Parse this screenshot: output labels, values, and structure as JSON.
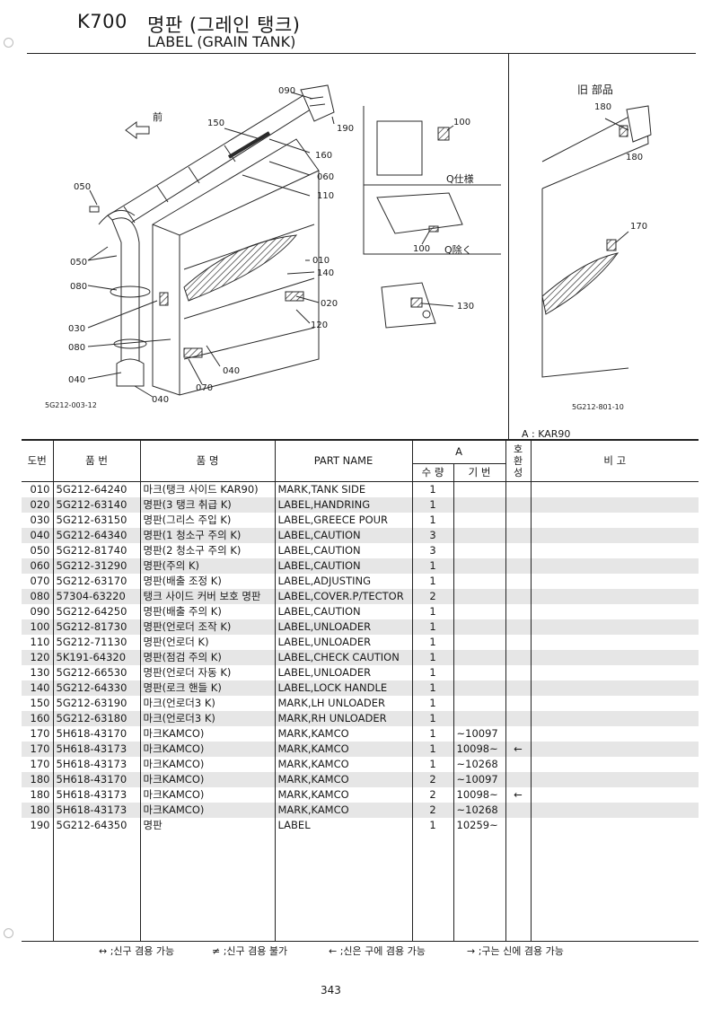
{
  "header": {
    "model": "K700",
    "title_ko": "명판 (그레인 탱크)",
    "title_en": "LABEL (GRAIN TANK)"
  },
  "diagram": {
    "front_label": "前",
    "callouts_main": [
      "090",
      "150",
      "190",
      "160",
      "060",
      "110",
      "050",
      "050",
      "010",
      "140",
      "080",
      "020",
      "030",
      "120",
      "080",
      "040",
      "040",
      "070",
      "040"
    ],
    "callouts_q": [
      "100",
      "100",
      "130"
    ],
    "q_spec": "Q仕様",
    "q_exclude": "Q除く",
    "old_parts": "旧 部品",
    "callouts_old": [
      "180",
      "180",
      "170"
    ],
    "ref_main": "5G212-003-12",
    "ref_old": "5G212-801-10"
  },
  "table": {
    "note_a": "A : KAR90",
    "headers": {
      "no": "도번",
      "part_no": "품 번",
      "name_ko": "품 명",
      "part_name": "PART NAME",
      "group_a": "A",
      "qty": "수 량",
      "serial": "기 번",
      "interchange": "호\n환\n성",
      "remarks": "비 고"
    },
    "rows": [
      {
        "no": "010",
        "part": "5G212-64240",
        "ko": "마크(탱크 사이드 KAR90)",
        "en": "MARK,TANK SIDE",
        "qty": "1",
        "serial": "",
        "int": ""
      },
      {
        "no": "020",
        "part": "5G212-63140",
        "ko": "명판(3 탱크 취급 K)",
        "en": "LABEL,HANDRING",
        "qty": "1",
        "serial": "",
        "int": ""
      },
      {
        "no": "030",
        "part": "5G212-63150",
        "ko": "명판(그리스 주입 K)",
        "en": "LABEL,GREECE POUR",
        "qty": "1",
        "serial": "",
        "int": ""
      },
      {
        "no": "040",
        "part": "5G212-64340",
        "ko": "명판(1 청소구 주의 K)",
        "en": "LABEL,CAUTION",
        "qty": "3",
        "serial": "",
        "int": ""
      },
      {
        "no": "050",
        "part": "5G212-81740",
        "ko": "명판(2 청소구 주의 K)",
        "en": "LABEL,CAUTION",
        "qty": "3",
        "serial": "",
        "int": ""
      },
      {
        "no": "060",
        "part": "5G212-31290",
        "ko": "명판(주의 K)",
        "en": "LABEL,CAUTION",
        "qty": "1",
        "serial": "",
        "int": ""
      },
      {
        "no": "070",
        "part": "5G212-63170",
        "ko": "명판(배출 조정 K)",
        "en": "LABEL,ADJUSTING",
        "qty": "1",
        "serial": "",
        "int": ""
      },
      {
        "no": "080",
        "part": "57304-63220",
        "ko": "탱크 사이드 커버 보호 명판",
        "en": "LABEL,COVER.P/TECTOR",
        "qty": "2",
        "serial": "",
        "int": ""
      },
      {
        "no": "090",
        "part": "5G212-64250",
        "ko": "명판(배출 주의 K)",
        "en": "LABEL,CAUTION",
        "qty": "1",
        "serial": "",
        "int": ""
      },
      {
        "no": "100",
        "part": "5G212-81730",
        "ko": "명판(언로더 조작 K)",
        "en": "LABEL,UNLOADER",
        "qty": "1",
        "serial": "",
        "int": ""
      },
      {
        "no": "110",
        "part": "5G212-71130",
        "ko": "명판(언로더 K)",
        "en": "LABEL,UNLOADER",
        "qty": "1",
        "serial": "",
        "int": ""
      },
      {
        "no": "120",
        "part": "5K191-64320",
        "ko": "명판(점검 주의 K)",
        "en": "LABEL,CHECK CAUTION",
        "qty": "1",
        "serial": "",
        "int": ""
      },
      {
        "no": "130",
        "part": "5G212-66530",
        "ko": "명판(언로더 자동 K)",
        "en": "LABEL,UNLOADER",
        "qty": "1",
        "serial": "",
        "int": ""
      },
      {
        "no": "140",
        "part": "5G212-64330",
        "ko": "명판(로크 핸들 K)",
        "en": "LABEL,LOCK HANDLE",
        "qty": "1",
        "serial": "",
        "int": ""
      },
      {
        "no": "150",
        "part": "5G212-63190",
        "ko": "마크(언로더3 K)",
        "en": "MARK,LH UNLOADER",
        "qty": "1",
        "serial": "",
        "int": ""
      },
      {
        "no": "160",
        "part": "5G212-63180",
        "ko": "마크(언로더3 K)",
        "en": "MARK,RH UNLOADER",
        "qty": "1",
        "serial": "",
        "int": ""
      },
      {
        "no": "170",
        "part": "5H618-43170",
        "ko": "마크KAMCO)",
        "en": "MARK,KAMCO",
        "qty": "1",
        "serial": "~10097",
        "int": ""
      },
      {
        "no": "170",
        "part": "5H618-43173",
        "ko": "마크KAMCO)",
        "en": "MARK,KAMCO",
        "qty": "1",
        "serial": "10098~",
        "int": "←"
      },
      {
        "no": "170",
        "part": "5H618-43173",
        "ko": "마크KAMCO)",
        "en": "MARK,KAMCO",
        "qty": "1",
        "serial": "~10268",
        "int": ""
      },
      {
        "no": "180",
        "part": "5H618-43170",
        "ko": "마크KAMCO)",
        "en": "MARK,KAMCO",
        "qty": "2",
        "serial": "~10097",
        "int": ""
      },
      {
        "no": "180",
        "part": "5H618-43173",
        "ko": "마크KAMCO)",
        "en": "MARK,KAMCO",
        "qty": "2",
        "serial": "10098~",
        "int": "←"
      },
      {
        "no": "180",
        "part": "5H618-43173",
        "ko": "마크KAMCO)",
        "en": "MARK,KAMCO",
        "qty": "2",
        "serial": "~10268",
        "int": ""
      },
      {
        "no": "190",
        "part": "5G212-64350",
        "ko": "명판",
        "en": "LABEL",
        "qty": "1",
        "serial": "10259~",
        "int": ""
      }
    ]
  },
  "legend": {
    "item1": "↔ ;신구 겸용 가능",
    "item2": "≠ ;신구 겸용 불가",
    "item3": "← ;신은 구에 겸용 가능",
    "item4": "→ ;구는 신에 겸용 가능"
  },
  "page": {
    "number": "343"
  }
}
